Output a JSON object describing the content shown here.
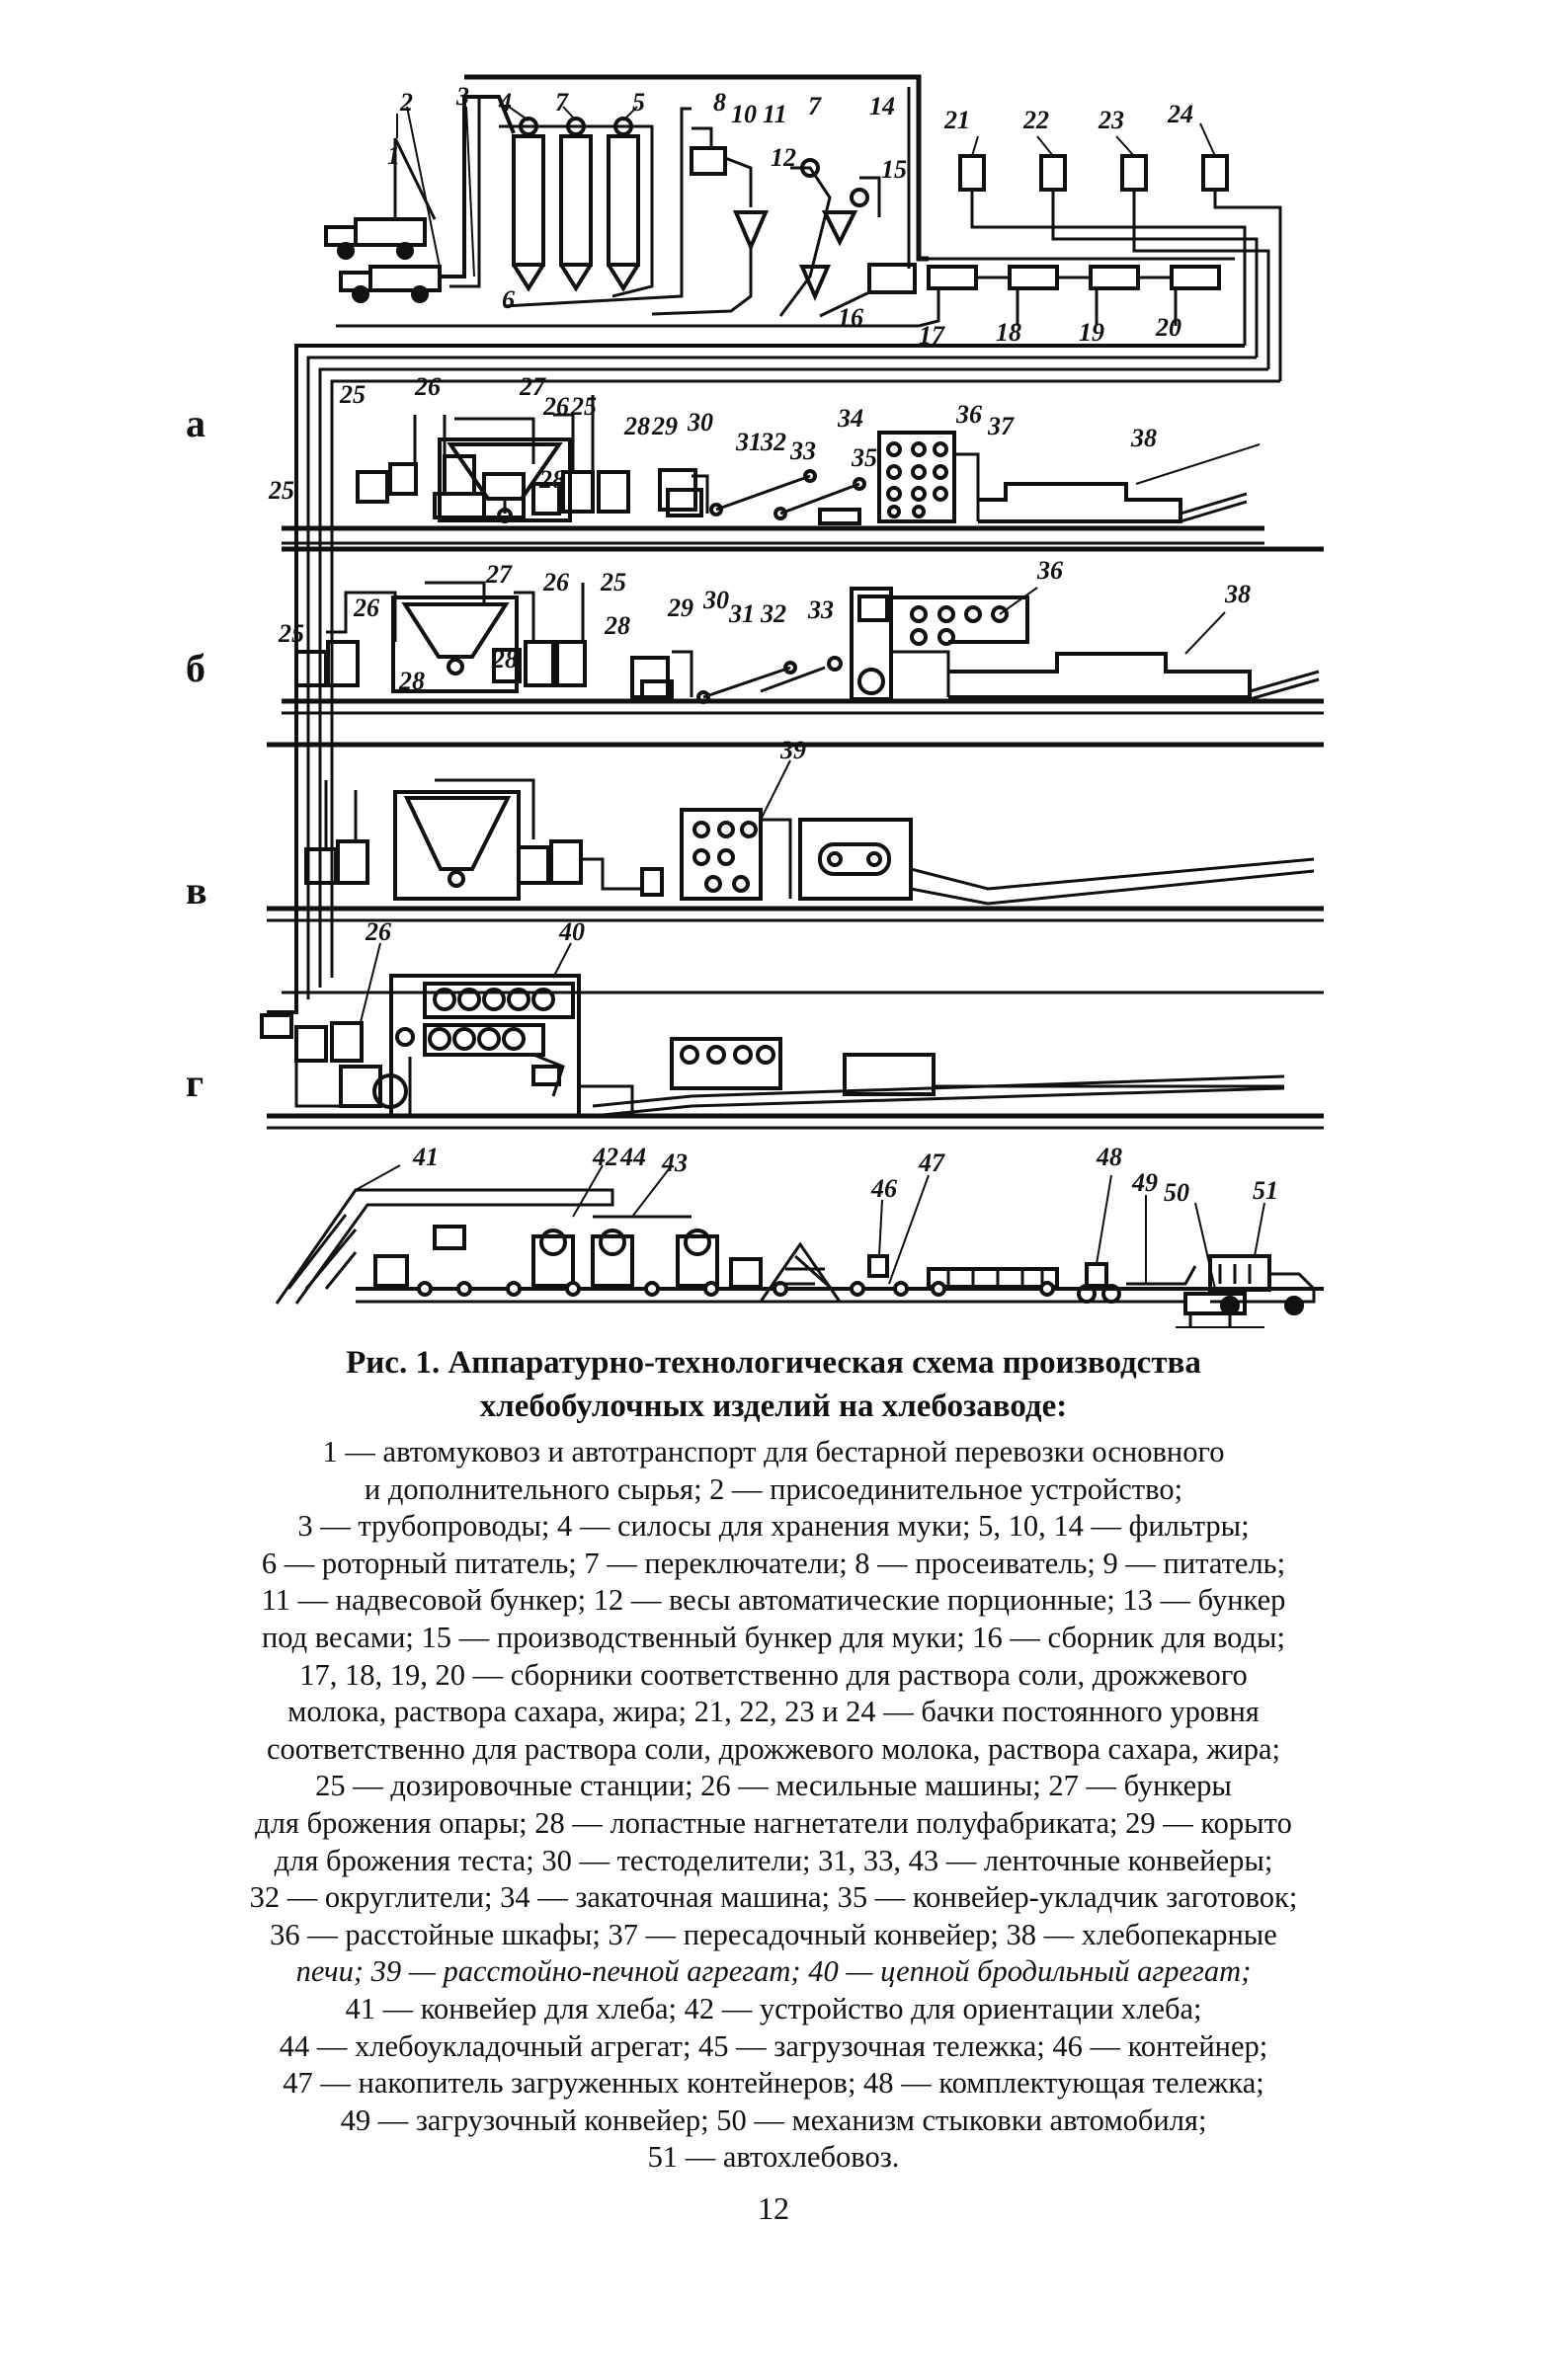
{
  "figure": {
    "row_letters": [
      "а",
      "б",
      "в",
      "г"
    ],
    "labels": {
      "n1": "1",
      "n2": "2",
      "n3": "3",
      "n4": "4",
      "n5": "5",
      "n6": "6",
      "n7a": "7",
      "n7b": "7",
      "n8": "8",
      "n10": "10",
      "n11": "11",
      "n12": "12",
      "n14": "14",
      "n15": "15",
      "n16": "16",
      "n17": "17",
      "n18": "18",
      "n19": "19",
      "n20": "20",
      "n21": "21",
      "n22": "22",
      "n23": "23",
      "n24": "24",
      "a25": "25",
      "a25b": "25",
      "a25c": "25",
      "a26": "26",
      "a26b": "26",
      "a27": "27",
      "a28": "28",
      "a28b": "28",
      "a29": "29",
      "a30": "30",
      "a31": "31",
      "a32": "32",
      "a33": "33",
      "a34": "34",
      "a35": "35",
      "a36": "36",
      "a37": "37",
      "a38": "38",
      "b25": "25",
      "b25b": "25",
      "b26": "26",
      "b26b": "26",
      "b27": "27",
      "b28": "28",
      "b28b": "28",
      "b28c": "28",
      "b29": "29",
      "b30": "30",
      "b31": "31",
      "b32": "32",
      "b33": "33",
      "b36": "36",
      "b38": "38",
      "v39": "39",
      "g26": "26",
      "g40": "40",
      "d41": "41",
      "d42": "42",
      "d44": "44",
      "d43": "43",
      "d46": "46",
      "d47": "47",
      "d48": "48",
      "d49": "49",
      "d50": "50",
      "d51": "51"
    }
  },
  "caption": {
    "title_line1": "Рис. 1. Аппаратурно-технологическая схема производства",
    "title_line2": "хлебобулочных изделий на хлебозаводе:",
    "lines": [
      "1 — автомуковоз и автотранспорт для бестарной перевозки основного",
      "и дополнительного сырья; 2 — присоединительное устройство;",
      "3 — трубопроводы; 4 — силосы для хранения муки; 5, 10, 14 — фильтры;",
      "6 — роторный питатель; 7 — переключатели; 8 — просеиватель; 9 — питатель;",
      "11 — надвесовой бункер; 12 — весы автоматические порционные; 13 — бункер",
      "под весами; 15 — производственный бункер для муки; 16 — сборник для воды;",
      "17, 18, 19, 20 — сборники соответственно для раствора соли, дрожжевого",
      "молока, раствора сахара, жира; 21, 22, 23 и 24 — бачки постоянного уровня",
      "соответственно для раствора соли, дрожжевого молока, раствора сахара, жира;",
      "25 — дозировочные станции; 26 — месильные машины; 27 — бункеры",
      "для брожения опары; 28 — лопастные нагнетатели полуфабриката; 29 — корыто",
      "для брожения теста; 30 — тестоделители; 31, 33, 43 — ленточные конвейеры;",
      "32 — округлители; 34 — закаточная машина; 35 — конвейер-укладчик заготовок;",
      "36 — расстойные шкафы; 37 — пересадочный конвейер; 38 — хлебопекарные"
    ],
    "italic_line": "печи; 39 — расстойно-печной агрегат; 40 — цепной бродильный агрегат;",
    "lines_tail": [
      "41 — конвейер для хлеба; 42 — устройство для ориентации хлеба;",
      "44 — хлебоукладочный агрегат; 45 — загрузочная тележка; 46 — контейнер;",
      "47 — накопитель загруженных контейнеров; 48 — комплектующая тележка;",
      "49 — загрузочный конвейер; 50 — механизм стыковки автомобиля;",
      "51 — автохлебовоз."
    ]
  },
  "page_number": "12"
}
